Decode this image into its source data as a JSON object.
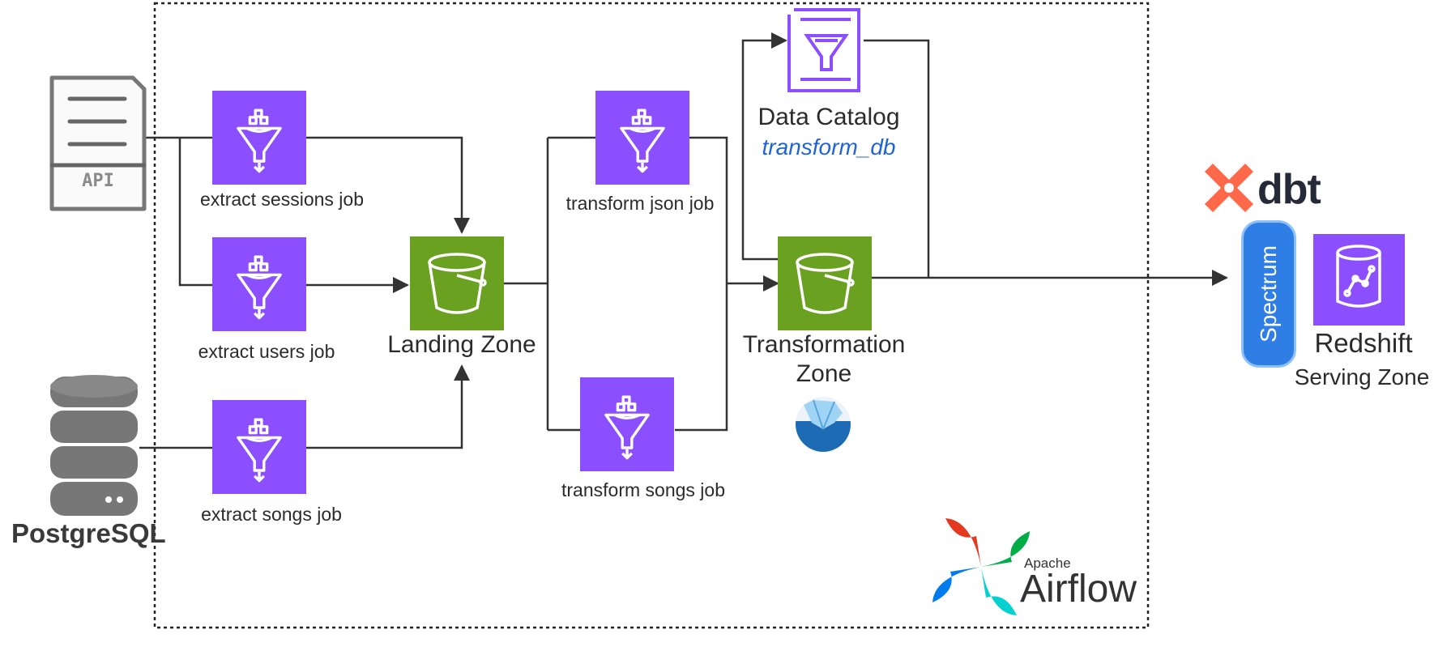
{
  "sources": {
    "api_label": "API",
    "postgres_label": "PostgreSQL"
  },
  "jobs": {
    "extract_sessions": "extract sessions job",
    "extract_users": "extract users job",
    "extract_songs": "extract songs job",
    "transform_json": "transform json job",
    "transform_songs": "transform songs job"
  },
  "zones": {
    "landing": "Landing Zone",
    "transformation_line1": "Transformation",
    "transformation_line2": "Zone",
    "serving": "Serving Zone"
  },
  "catalog": {
    "title": "Data Catalog",
    "database": "transform_db"
  },
  "warehouse": {
    "spectrum": "Spectrum",
    "redshift": "Redshift",
    "dbt": "dbt"
  },
  "orchestrator": {
    "apache": "Apache",
    "airflow": "Airflow"
  },
  "colors": {
    "glue_purple": "#8c4fff",
    "s3_green": "#6aa121",
    "catalog_purple": "#8c4fff",
    "spectrum_blue": "#2f7ee6",
    "dbt_orange": "#ff694a",
    "catalog_db_text": "#1f64d6",
    "line": "#333333"
  },
  "icons": {
    "api": "document-icon",
    "postgres": "database-icon",
    "glue_job": "funnel-icon",
    "s3": "bucket-icon",
    "catalog": "catalog-icon",
    "iceberg": "iceberg-icon",
    "redshift": "redshift-icon",
    "dbt": "dbt-logo-icon",
    "airflow": "airflow-pinwheel-icon"
  }
}
